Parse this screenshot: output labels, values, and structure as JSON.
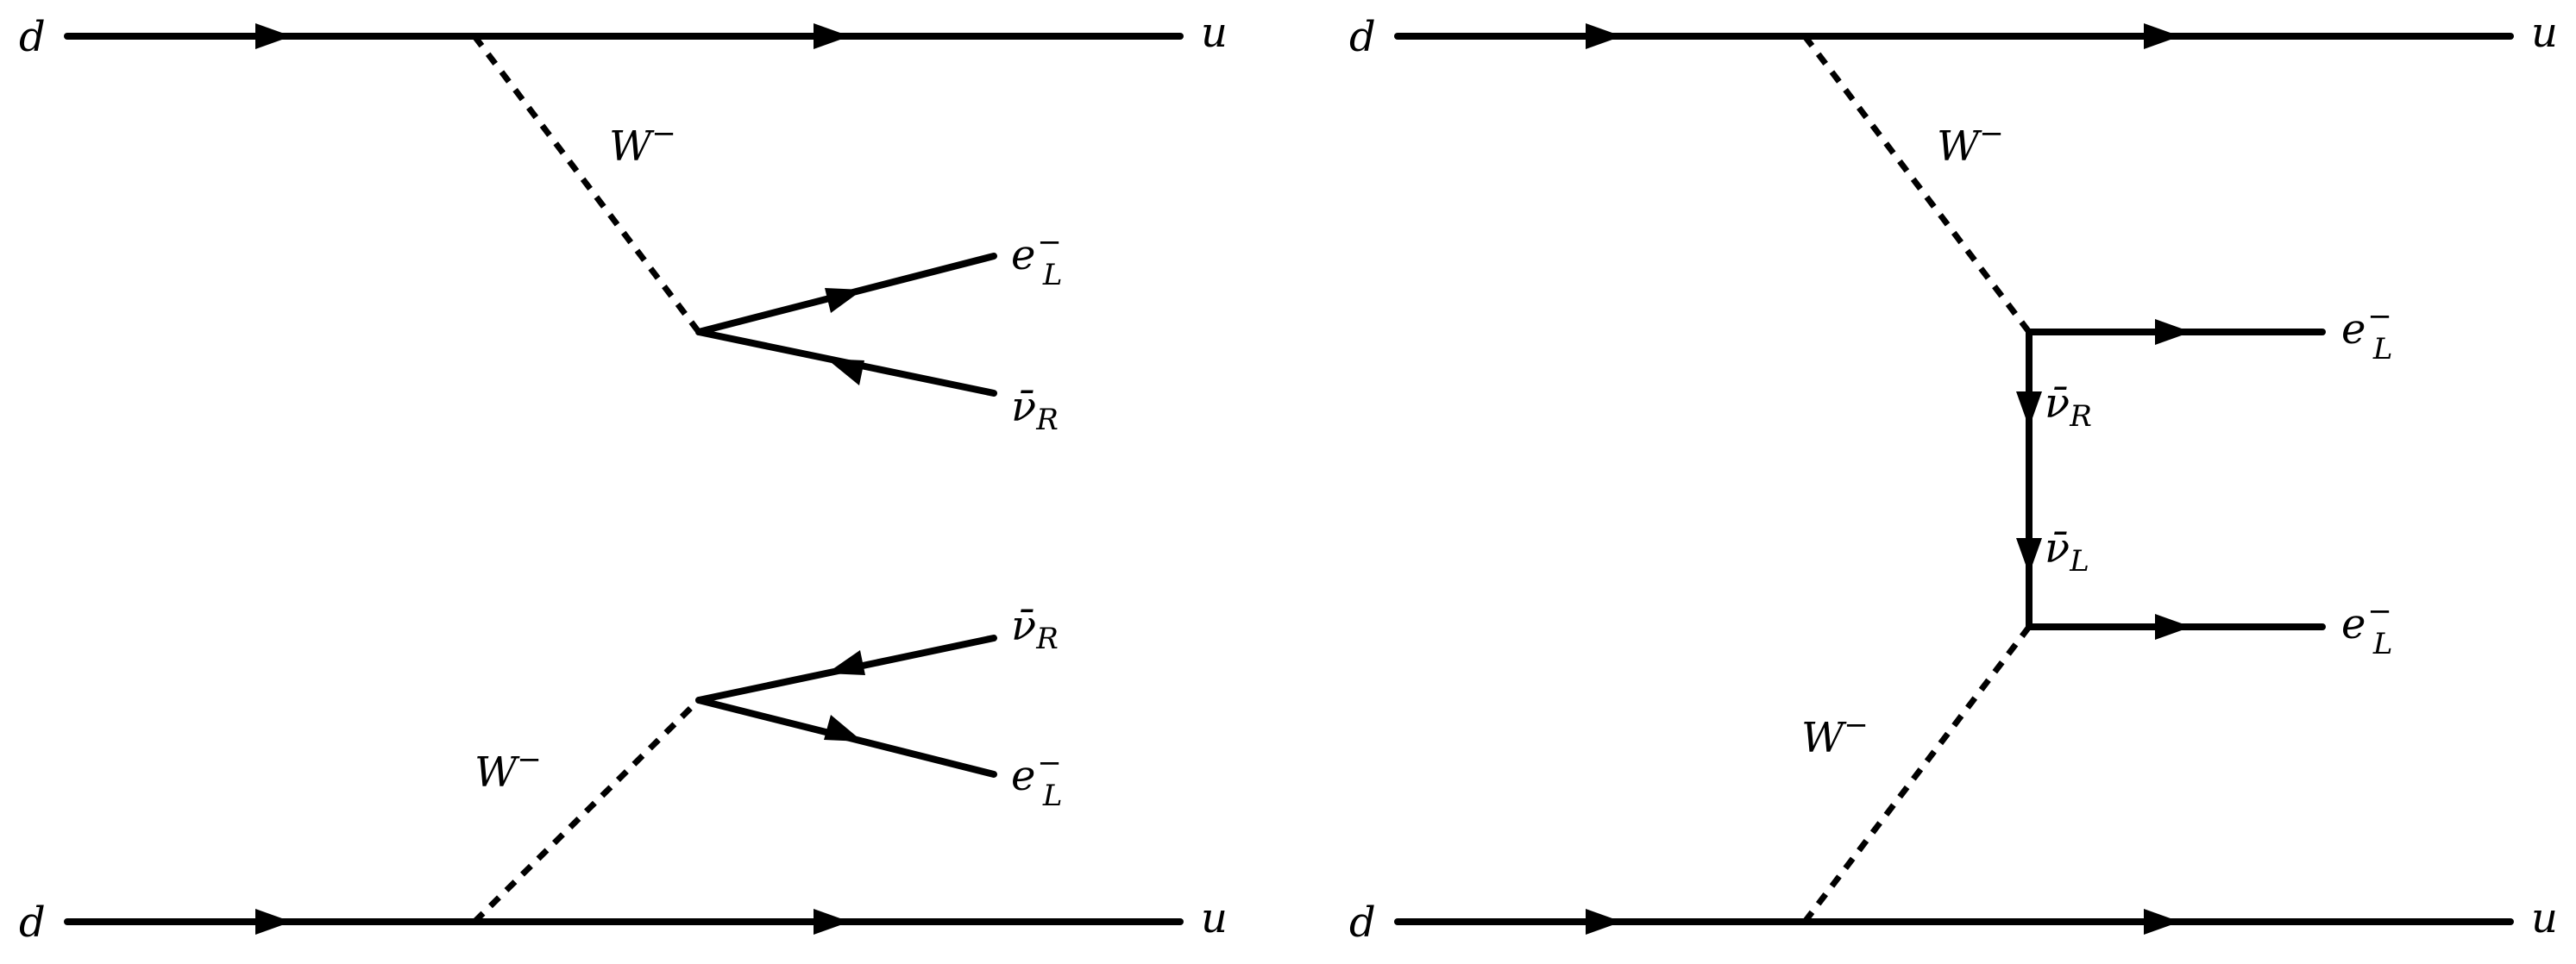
{
  "diagrams": [
    {
      "id": "two-neutrino",
      "labels": {
        "d_top": "d",
        "u_top": "u",
        "d_bottom": "d",
        "u_bottom": "u",
        "w_top_base": "W",
        "w_top_sup": "−",
        "w_bottom_base": "W",
        "w_bottom_sup": "−",
        "e_top_base": "e",
        "e_top_sup": "−",
        "e_top_sub": "L",
        "nu_top_base": "ν̄",
        "nu_top_sub": "R",
        "nu_bottom_base": "ν̄",
        "nu_bottom_sub": "R",
        "e_bottom_base": "e",
        "e_bottom_sup": "−",
        "e_bottom_sub": "L"
      }
    },
    {
      "id": "neutrinoless",
      "labels": {
        "d_top": "d",
        "u_top": "u",
        "d_bottom": "d",
        "u_bottom": "u",
        "w_top_base": "W",
        "w_top_sup": "−",
        "w_bottom_base": "W",
        "w_bottom_sup": "−",
        "e_top_base": "e",
        "e_top_sup": "−",
        "e_top_sub": "L",
        "nu_r_base": "ν̄",
        "nu_r_sub": "R",
        "nu_l_base": "ν̄",
        "nu_l_sub": "L",
        "e_bottom_base": "e",
        "e_bottom_sup": "−",
        "e_bottom_sub": "L"
      }
    }
  ]
}
